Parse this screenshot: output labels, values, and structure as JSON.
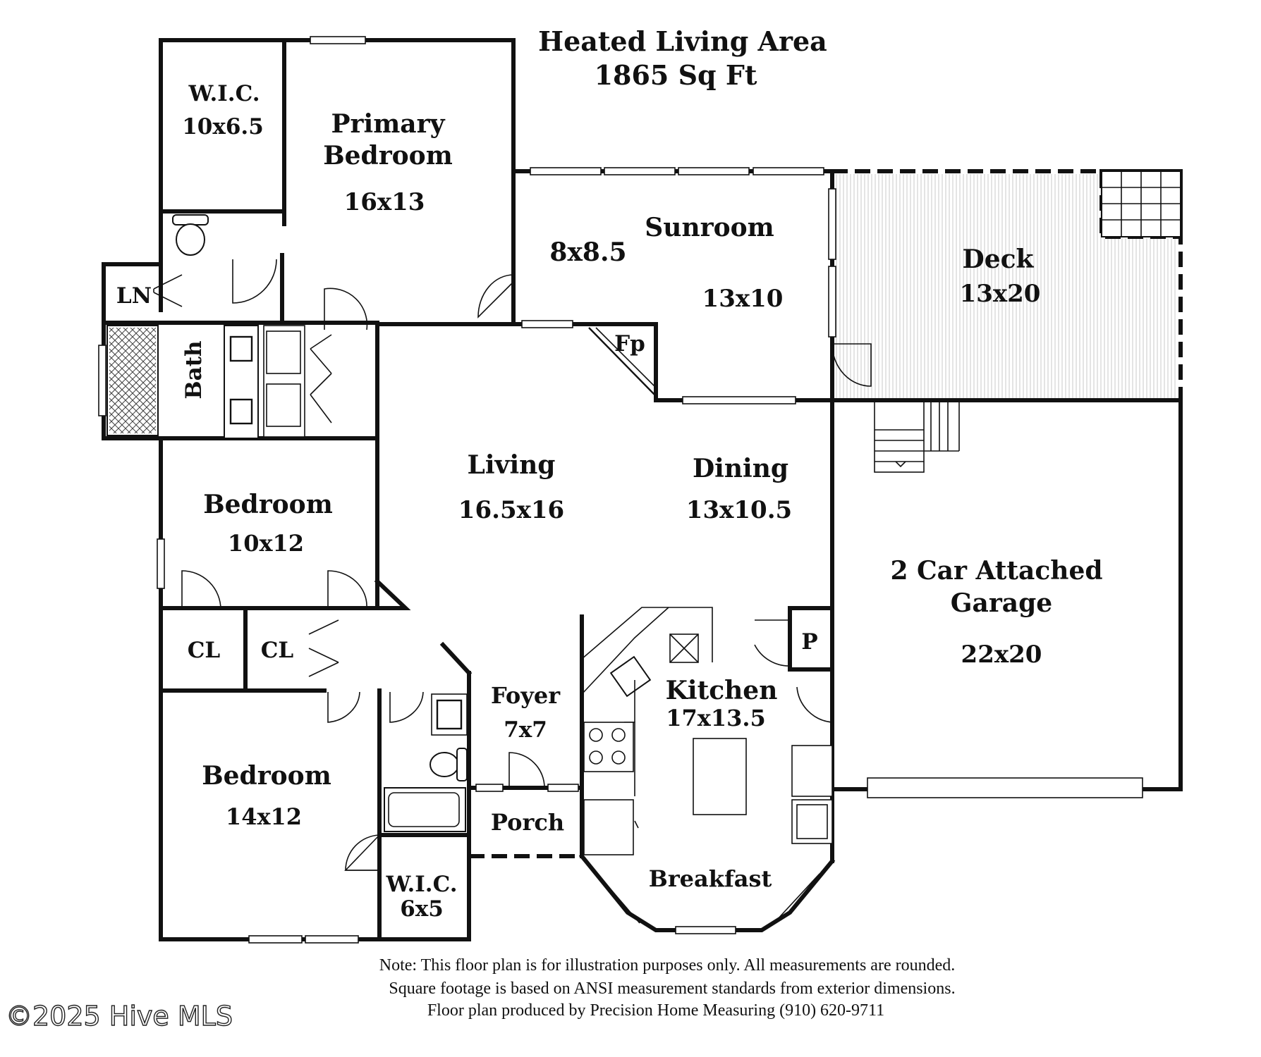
{
  "header": {
    "title_line1": "Heated Living Area",
    "title_line2": "1865 Sq Ft"
  },
  "rooms": {
    "wic_top_name": "W.I.C.",
    "wic_top_dim": "10x6.5",
    "primary_name_1": "Primary",
    "primary_name_2": "Bedroom",
    "primary_dim": "16x13",
    "sunroom_name": "Sunroom",
    "sunroom_dim_a": "8x8.5",
    "sunroom_dim_b": "13x10",
    "deck_name": "Deck",
    "deck_dim": "13x20",
    "ln": "LN",
    "bath": "Bath",
    "fp": "Fp",
    "living_name": "Living",
    "living_dim": "16.5x16",
    "dining_name": "Dining",
    "dining_dim": "13x10.5",
    "bedroom2_name": "Bedroom",
    "bedroom2_dim": "10x12",
    "garage_name_1": "2 Car Attached",
    "garage_name_2": "Garage",
    "garage_dim": "22x20",
    "cl_1": "CL",
    "cl_2": "CL",
    "p": "P",
    "foyer_name": "Foyer",
    "foyer_dim": "7x7",
    "kitchen_name": "Kitchen",
    "kitchen_dim": "17x13.5",
    "bedroom3_name": "Bedroom",
    "bedroom3_dim": "14x12",
    "porch": "Porch",
    "breakfast": "Breakfast",
    "wic_bottom_name": "W.I.C.",
    "wic_bottom_dim": "6x5"
  },
  "footer": {
    "note_1": "Note: This floor plan is for illustration purposes only. All measurements are rounded.",
    "note_2": "Square footage is based on ANSI measurement standards from exterior dimensions.",
    "note_3": "Floor plan produced by Precision Home Measuring (910) 620-9711",
    "watermark": "©2025 Hive MLS"
  }
}
